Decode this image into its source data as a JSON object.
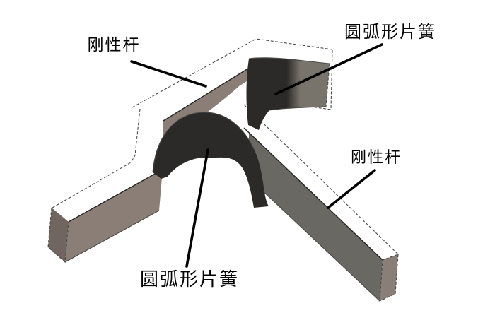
{
  "figure": {
    "description": "isometric CAD drawing of a cross-axis flexural pivot: two rigid rods connected by two circular-arc leaf springs",
    "background": "#ffffff",
    "labels": {
      "rigid_rod_top": {
        "text": "刚性杆"
      },
      "arc_spring_right": {
        "text": "圆弧形片簧"
      },
      "rigid_rod_right": {
        "text": "刚性杆"
      },
      "arc_spring_center": {
        "text": "圆弧形片簧"
      }
    },
    "colors": {
      "face_white": "#ffffff",
      "face_brown": "#8a7e77",
      "face_brown_dark": "#70665f",
      "rod2_front": "#696863",
      "rod2_cap": "#8a7f78",
      "arc_dark": "#2b2a29",
      "arc_light": "#79746b",
      "leader_line": "#000000"
    }
  }
}
